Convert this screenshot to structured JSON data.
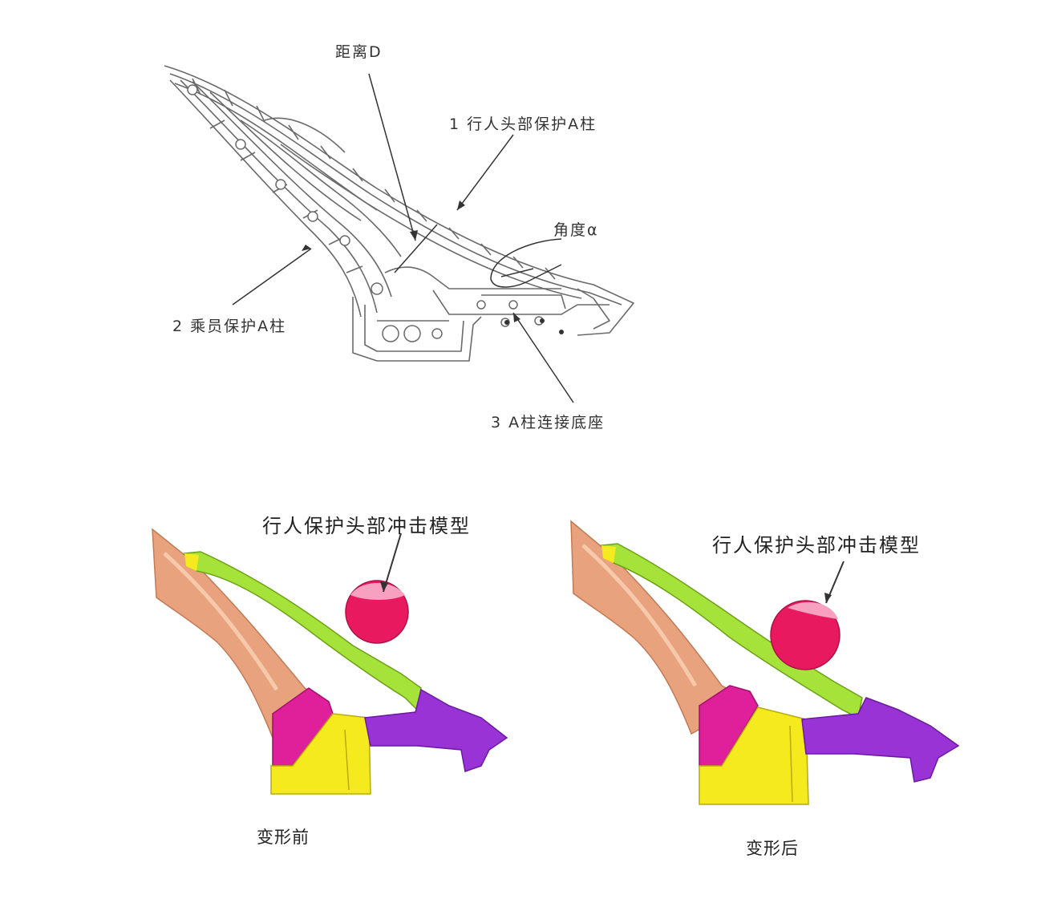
{
  "top_diagram": {
    "label_distance": "距离D",
    "label_pedestrian_pillar": "1 行人头部保护A柱",
    "label_angle": "角度α",
    "label_occupant_pillar": "2 乘员保护A柱",
    "label_floor_connection": "3 A柱连接底座"
  },
  "before_panel": {
    "impactor_label": "行人保护头部冲击模型",
    "caption": "变形前"
  },
  "after_panel": {
    "impactor_label": "行人保护头部冲击模型",
    "caption": "变形后"
  },
  "colors": {
    "line": "#555555",
    "orange_part": "#e8a37e",
    "green_part": "#a6e33a",
    "magenta_part": "#e0209a",
    "yellow_part": "#f5ea1e",
    "purple_part": "#9a33d6",
    "impactor": "#e8195f",
    "impactor_cap": "#f7a0c0"
  }
}
